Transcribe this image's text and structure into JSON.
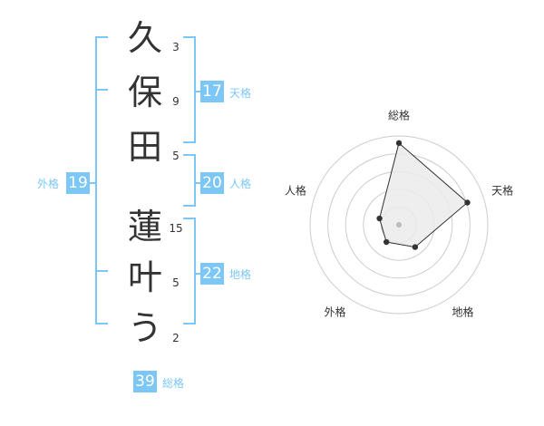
{
  "name": {
    "chars": [
      {
        "char": "久",
        "strokes": "3"
      },
      {
        "char": "保",
        "strokes": "9"
      },
      {
        "char": "田",
        "strokes": "5"
      },
      {
        "char": "蓮",
        "strokes": "15"
      },
      {
        "char": "叶",
        "strokes": "5"
      },
      {
        "char": "う",
        "strokes": "2"
      }
    ]
  },
  "fortunes": {
    "tenkaku": {
      "label": "天格",
      "value": "17"
    },
    "jinkaku": {
      "label": "人格",
      "value": "20"
    },
    "chikaku": {
      "label": "地格",
      "value": "22"
    },
    "gaikaku": {
      "label": "外格",
      "value": "19"
    },
    "soukaku": {
      "label": "総格",
      "value": "39"
    }
  },
  "colors": {
    "accent": "#7cc7f5",
    "text": "#333333",
    "ring": "#cccccc",
    "fill": "#ebebeb"
  },
  "chart_data": {
    "type": "radar",
    "axes": [
      "総格",
      "天格",
      "地格",
      "外格",
      "人格"
    ],
    "values": [
      0.92,
      0.81,
      0.31,
      0.24,
      0.23
    ],
    "range": [
      0,
      1
    ],
    "rings": 5
  }
}
